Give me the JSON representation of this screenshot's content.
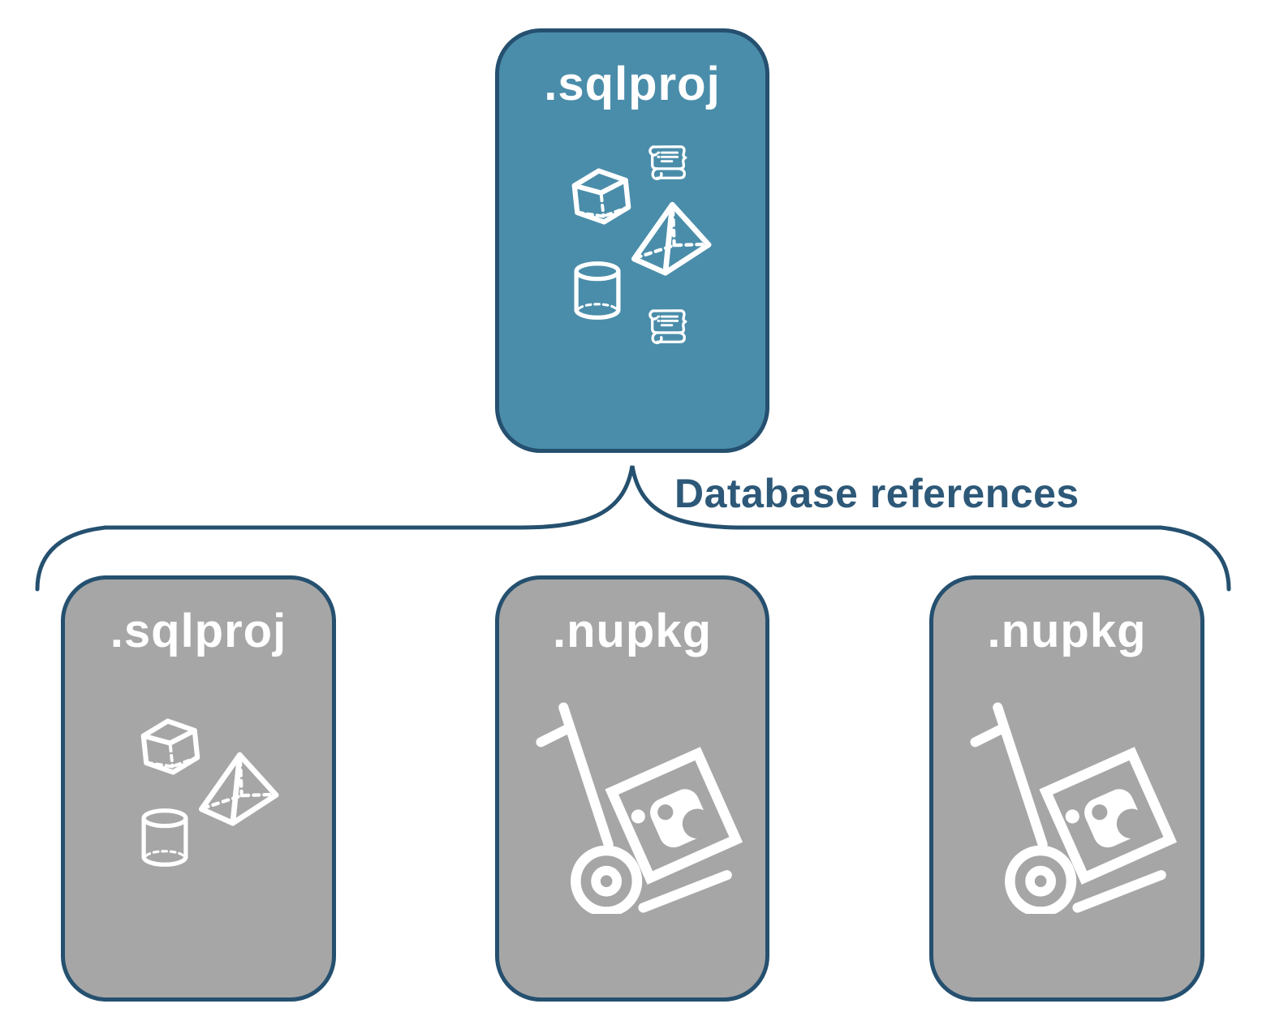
{
  "diagram": {
    "connector_label": "Database references",
    "parent": {
      "title": ".sqlproj",
      "icons": [
        "cube-icon",
        "scroll-icon",
        "pyramid-icon",
        "cylinder-icon",
        "scroll-icon"
      ]
    },
    "children": [
      {
        "title": ".sqlproj",
        "icons": [
          "cube-icon",
          "pyramid-icon",
          "cylinder-icon"
        ]
      },
      {
        "title": ".nupkg",
        "icons": [
          "package-dolly-icon"
        ]
      },
      {
        "title": ".nupkg",
        "icons": [
          "package-dolly-icon"
        ]
      }
    ],
    "colors": {
      "parent_fill": "#4A8DAA",
      "child_fill": "#A6A6A6",
      "border": "#25506F",
      "label_text": "#2D5878",
      "icon": "#FFFFFF",
      "background": "#FFFFFF"
    }
  }
}
